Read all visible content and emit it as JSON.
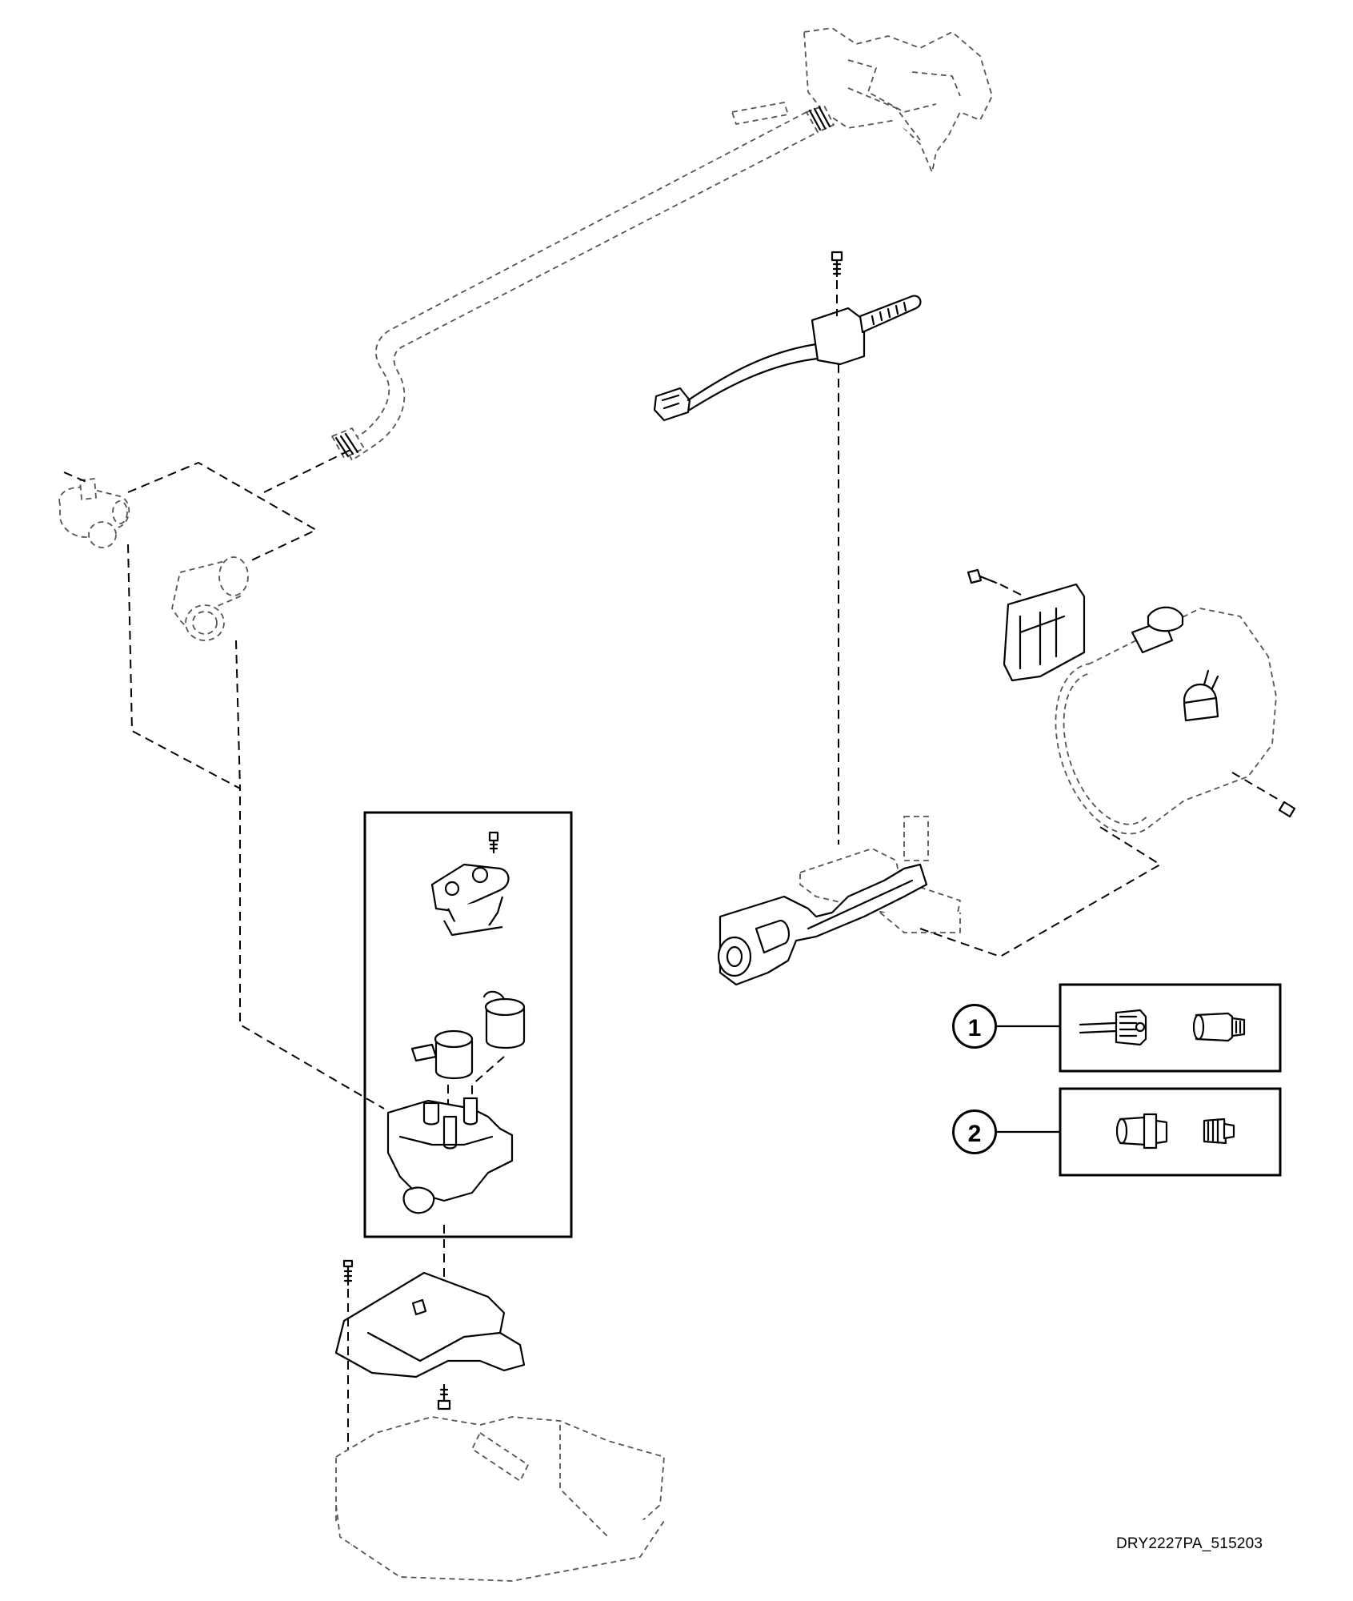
{
  "diagram": {
    "drawing_id": "DRY2227PA_515203",
    "callouts": [
      {
        "number": "1",
        "kit_contents": [
          "pipe-nipple",
          "orifice-fitting"
        ]
      },
      {
        "number": "2",
        "kit_contents": [
          "orifice-fitting",
          "orifice-spud"
        ]
      }
    ]
  }
}
